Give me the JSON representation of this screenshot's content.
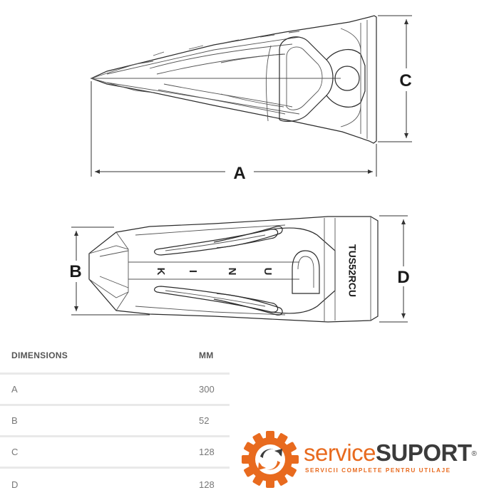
{
  "drawing": {
    "labels": {
      "a": "A",
      "b": "B",
      "c": "C",
      "d": "D"
    },
    "engraving": {
      "letters": [
        "K",
        "I",
        "N",
        "U"
      ],
      "part_number": "TUS52RCU"
    }
  },
  "table": {
    "headers": {
      "name": "DIMENSIONS",
      "unit": "MM"
    },
    "rows": [
      {
        "dim": "A",
        "value": "300"
      },
      {
        "dim": "B",
        "value": "52"
      },
      {
        "dim": "C",
        "value": "128"
      },
      {
        "dim": "D",
        "value": "128"
      }
    ]
  },
  "logo": {
    "brand_part1": "service",
    "brand_part2": "SUPORT",
    "registered": "®",
    "tagline": "SERVICII COMPLETE PENTRU UTILAJE",
    "colors": {
      "orange": "#e86a1e",
      "gray": "#3b3b3b"
    }
  }
}
